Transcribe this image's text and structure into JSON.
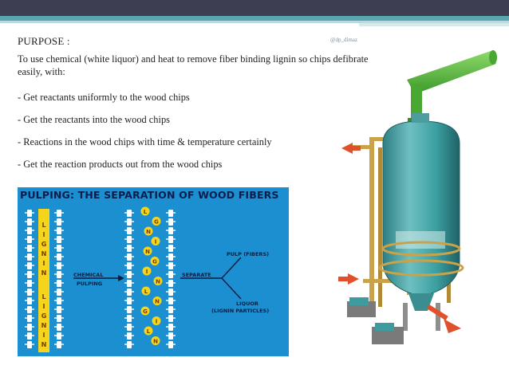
{
  "watermark": "@dp_dimaz",
  "title": "PURPOSE :",
  "intro": "To use chemical (white liquor) and heat to remove fiber binding lignin so chips defibrate easily, with:",
  "bullets": [
    "- Get reactants uniformly to the wood chips",
    "- Get the reactants into the wood chips",
    "- Reactions in the wood chips with time & temperature certainly",
    "- Get the reaction products out from the wood chips"
  ],
  "diagram": {
    "title": "PULPING: THE SEPARATION OF WOOD FIBERS",
    "chemical_label_1": "CHEMICAL",
    "chemical_label_2": "PULPING",
    "separate_label": "SEPARATE",
    "pulp_label": "PULP (FIBERS)",
    "liquor_label_1": "LIQUOR",
    "liquor_label_2": "(LIGNIN PARTICLES)",
    "lignin_letters": [
      "L",
      "I",
      "G",
      "N",
      "I",
      "N"
    ],
    "particle_letters": [
      "L",
      "G",
      "N",
      "I",
      "N",
      "G",
      "I",
      "N",
      "L",
      "N",
      "G",
      "I",
      "L",
      "N"
    ],
    "colors": {
      "background": "#1c8fd0",
      "lignin": "#f5d41c",
      "fiber": "#ffffff"
    }
  },
  "image": {
    "icon": "pulp-digester-vessel-icon",
    "colors": {
      "vessel": "#3f9c9e",
      "pipe": "#c9a24a",
      "top_pipe": "#56b43a",
      "arrow": "#e0502a"
    }
  }
}
